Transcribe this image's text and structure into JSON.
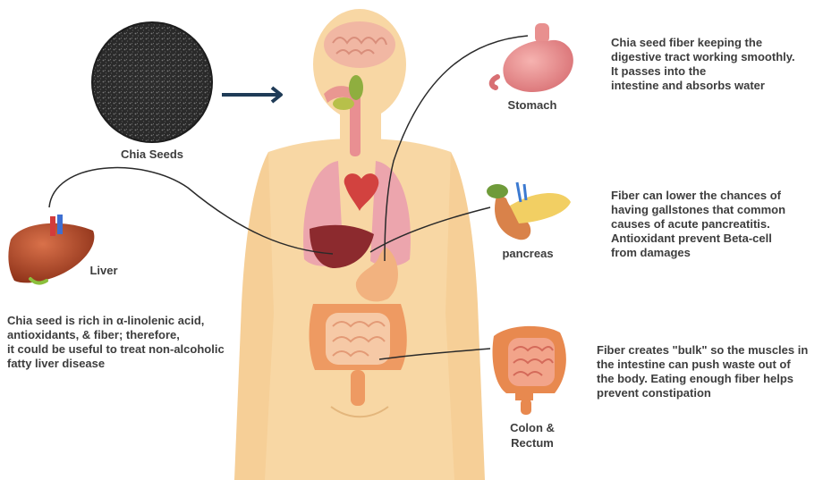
{
  "labels": {
    "chia_seeds": "Chia Seeds",
    "liver": "Liver",
    "stomach": "Stomach",
    "pancreas": "pancreas",
    "colon": "Colon &\nRectum"
  },
  "descriptions": {
    "stomach": "Chia seed fiber keeping the\ndigestive tract working smoothly.\nIt passes into the\nintestine and absorbs water",
    "pancreas": "Fiber can lower the chances of\nhaving gallstones that common\ncauses of acute pancreatitis.\nAntioxidant prevent Beta-cell\nfrom damages",
    "liver": "Chia seed is rich in α-linolenic acid,\nantioxidants, & fiber; therefore,\nit could be useful to treat non-alcoholic\nfatty  liver disease",
    "colon": "Fiber creates \"bulk\" so the muscles in\nthe intestine can push waste out of\nthe body. Eating enough fiber helps\nprevent constipation"
  },
  "icons": {
    "arrow": "arrow-right-icon",
    "seeds": "chia-seeds-icon",
    "body": "human-body-icon"
  },
  "colors": {
    "skin": "#f8d7a4",
    "arrow": "#1f3b57",
    "liver": "#b64a2a",
    "stomach": "#e8908f",
    "pancreas": "#f2cf63",
    "colon": "#e8894f"
  }
}
